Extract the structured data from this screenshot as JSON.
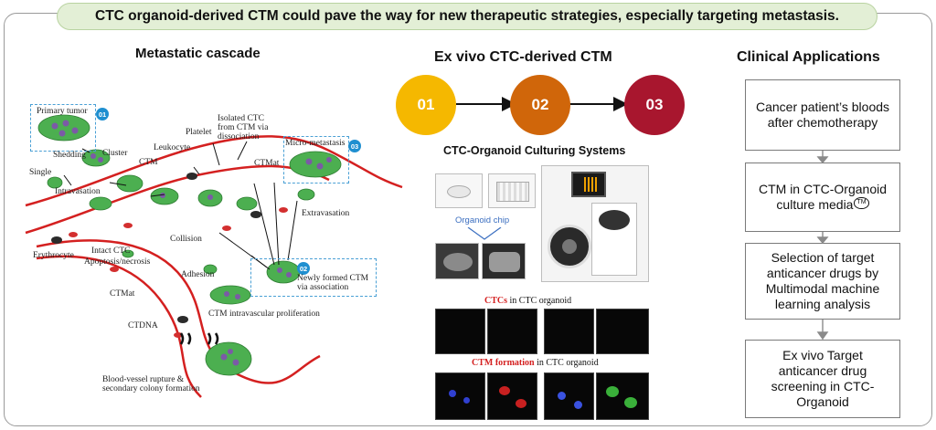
{
  "banner": "CTC organoid-derived CTM could pave the way for new therapeutic strategies, especially targeting metastasis.",
  "left": {
    "title": "Metastatic cascade",
    "labels": {
      "primary_tumor": "Primary tumor",
      "shedding": "Shedding",
      "cluster": "Cluster",
      "single": "Single",
      "intravasation": "Intravasation",
      "leukocyte": "Leukocyte",
      "ctm": "CTM",
      "platelet": "Platelet",
      "isolated_ctc_1": "Isolated CTC",
      "isolated_ctc_2": "from CTM via",
      "isolated_ctc_3": "dissociation",
      "micro_metastasis": "Micro-metastasis",
      "ctmat_top": "CTMat",
      "extravasation": "Extravasation",
      "collision": "Collision",
      "erythrocyte": "Erythrocyte",
      "intact_ctc": "Intact CTC",
      "apoptosis": "Apoptosis/necrosis",
      "adhesion": "Adhesion",
      "newly_formed_1": "Newly formed CTM",
      "newly_formed_2": "via association",
      "ctmat_left": "CTMat",
      "ctm_prolif": "CTM intravascular proliferation",
      "ctdna": "CTDNA",
      "rupture_1": "Blood-vessel rupture &",
      "rupture_2": "secondary colony formation"
    },
    "badges": [
      "01",
      "02",
      "03"
    ]
  },
  "middle": {
    "title": "Ex vivo CTC-derived CTM",
    "steps": [
      "01",
      "02",
      "03"
    ],
    "step_colors": [
      "#f5b800",
      "#d0660a",
      "#a8162e"
    ],
    "subtitle": "CTC-Organoid Culturing Systems",
    "organoid_chip": "Organoid chip",
    "ctcs_red": "CTCs",
    "ctcs_rest": " in CTC organoid",
    "ctm_red": "CTM formation",
    "ctm_rest": " in CTC organoid"
  },
  "right": {
    "title": "Clinical Applications",
    "boxes": [
      "Cancer patient’s bloods after chemotherapy",
      "CTM in CTC-Organoid culture media",
      "Selection of target anticancer drugs by Multimodal machine learning analysis",
      "Ex vivo Target anticancer drug screening in CTC-Organoid"
    ],
    "tm": "TM"
  }
}
